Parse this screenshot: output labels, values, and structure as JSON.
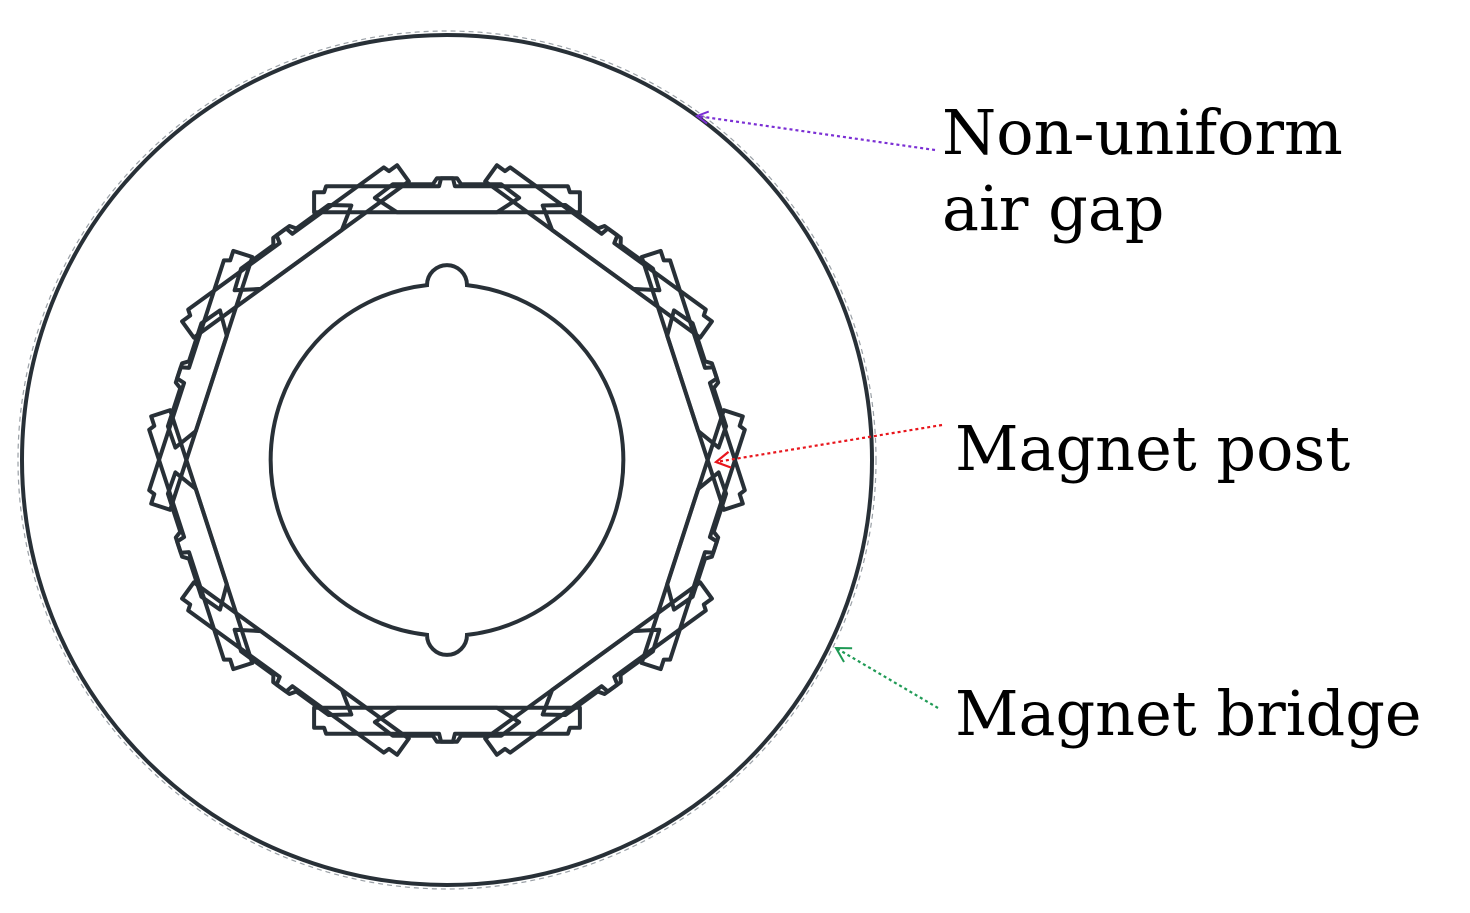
{
  "annotations": {
    "air_gap": {
      "line1": "Non-uniform",
      "line2": "air gap",
      "arrow_color": "#7b2fd4"
    },
    "magnet_post": {
      "text": "Magnet post",
      "arrow_color": "#e8151c"
    },
    "magnet_bridge": {
      "text": "Magnet bridge",
      "arrow_color": "#1f9a55"
    }
  },
  "colors": {
    "outline": "#283037",
    "background": "#ffffff",
    "text": "#000000"
  },
  "rotor": {
    "pole_pairs_of_slots": 10,
    "slots_per_pole": 2,
    "shaft_keys": 2
  }
}
